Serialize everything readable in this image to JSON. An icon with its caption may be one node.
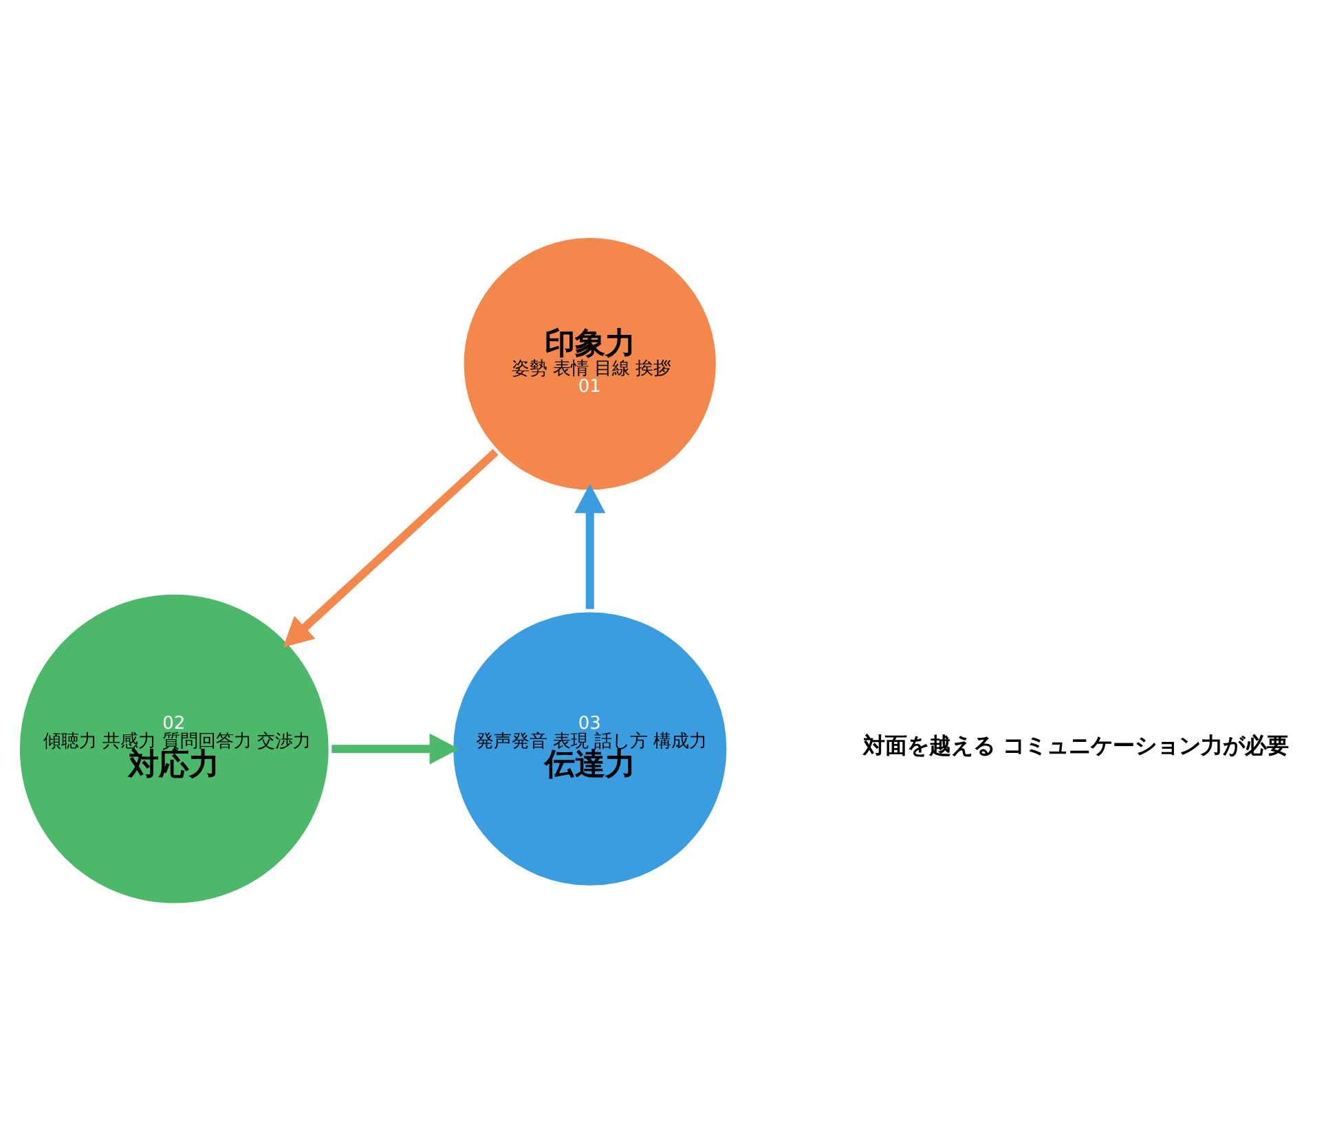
{
  "diagram": {
    "nodes": [
      {
        "text": [
          "印象力",
          "姿勢 表情 目線 挨拶",
          "01"
        ]
      },
      {
        "text": [
          "02",
          "傾聴力 共感力 質問回答力 交渉力",
          "対応力"
        ]
      },
      {
        "text": [
          "03",
          "発声発音 表現 話し方 構成力",
          "伝達力"
        ]
      }
    ],
    "edges": [
      {
        "from": 0,
        "to": 1,
        "arrow": "to",
        "color": "#f4874b"
      },
      {
        "from": 1,
        "to": 2,
        "arrow": "to",
        "color": "#4cb86a"
      },
      {
        "from": 2,
        "to": 0,
        "arrow": "to",
        "color": "#3a9de0"
      }
    ],
    "labels": [
      "対面を越える コミュニケーション力が必要"
    ]
  }
}
